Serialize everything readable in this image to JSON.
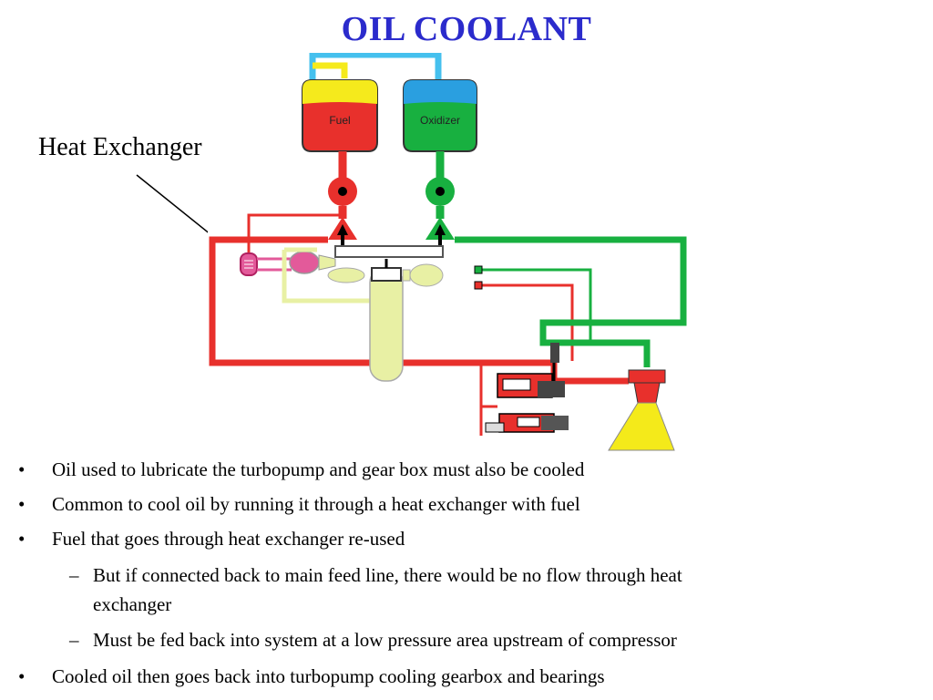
{
  "slide": {
    "title": "OIL COOLANT",
    "callout": "Heat Exchanger"
  },
  "diagram": {
    "tank_fuel_label": "Fuel",
    "tank_oxidizer_label": "Oxidizer",
    "colors": {
      "fuel": "#e8302c",
      "oxidizer": "#18b040",
      "tank_top_fuel": "#f5ea1c",
      "tank_top_oxidizer": "#2a9fe0",
      "vent": "#45c0ee",
      "oil": "#e8f0a4",
      "heat_exchanger": "#e35a9a",
      "nozzle": "#f4ea1a",
      "title": "#2b2bcc"
    }
  },
  "bullets": [
    {
      "level": 1,
      "text": "Oil used to lubricate the turbopump and gear box must also be cooled"
    },
    {
      "level": 1,
      "text": "Common to cool oil by running it through a heat exchanger with fuel"
    },
    {
      "level": 1,
      "text": "Fuel that goes through heat exchanger re-used"
    },
    {
      "level": 2,
      "text": "But if connected back to main feed line, there would be no flow through heat"
    },
    {
      "level": 2,
      "text": "exchanger"
    },
    {
      "level": 2,
      "text": "Must be fed back into system at a low pressure area upstream of compressor"
    },
    {
      "level": 1,
      "text": "Cooled oil then goes back into turbopump cooling gearbox and bearings"
    }
  ],
  "markers": {
    "bullet": "•",
    "dash": "–"
  }
}
